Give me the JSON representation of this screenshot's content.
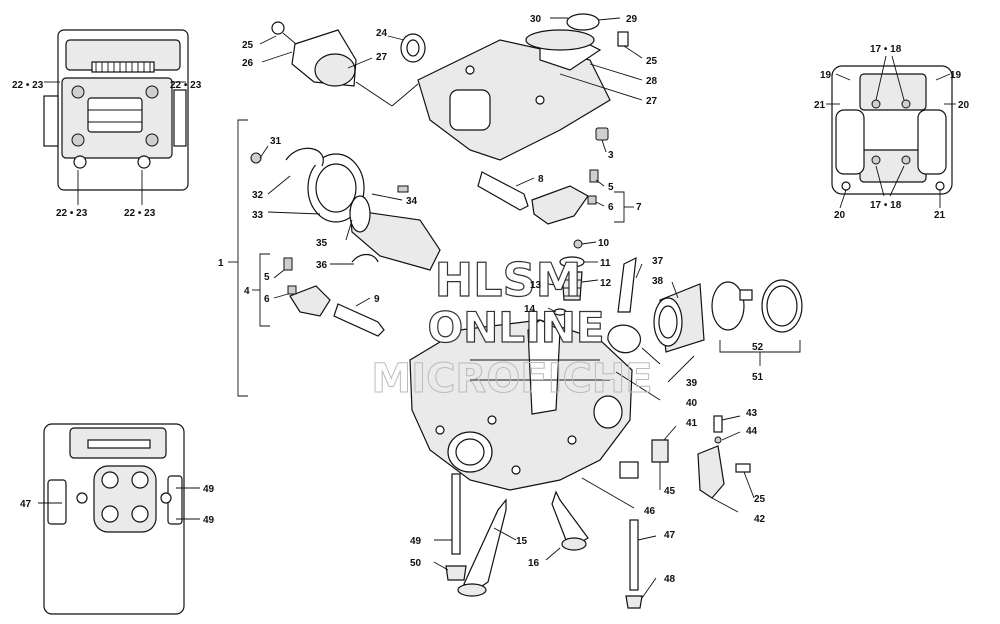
{
  "watermark": {
    "line1": "HLSM",
    "line2": "ONLINE",
    "line3": "MICROFICHE"
  },
  "callouts": {
    "c1": "1",
    "c3": "3",
    "c4": "4",
    "c5a": "5",
    "c6a": "6",
    "c7": "7",
    "c5b": "5",
    "c6b": "6",
    "c8": "8",
    "c9": "9",
    "c10": "10",
    "c11": "11",
    "c12": "12",
    "c13": "13",
    "c14": "14",
    "c15": "15",
    "c16": "16",
    "c17a": "17 • 18",
    "c17b": "17 • 18",
    "c19a": "19",
    "c19b": "19",
    "c20a": "20",
    "c20b": "20",
    "c21a": "21",
    "c21b": "21",
    "c22a": "22 • 23",
    "c22b": "22 • 23",
    "c22c": "22 • 23",
    "c22d": "22 • 23",
    "c24": "24",
    "c25a": "25",
    "c25b": "25",
    "c25c": "25",
    "c26": "26",
    "c27a": "27",
    "c27b": "27",
    "c28": "28",
    "c29": "29",
    "c30": "30",
    "c31": "31",
    "c32": "32",
    "c33": "33",
    "c34": "34",
    "c35": "35",
    "c36": "36",
    "c37": "37",
    "c38": "38",
    "c39": "39",
    "c40": "40",
    "c41": "41",
    "c42": "42",
    "c43": "43",
    "c44": "44",
    "c45": "45",
    "c46": "46",
    "c47a": "47",
    "c47b": "47",
    "c48": "48",
    "c49a": "49",
    "c49b": "49",
    "c49c": "49",
    "c50": "50",
    "c51": "51",
    "c52": "52"
  }
}
